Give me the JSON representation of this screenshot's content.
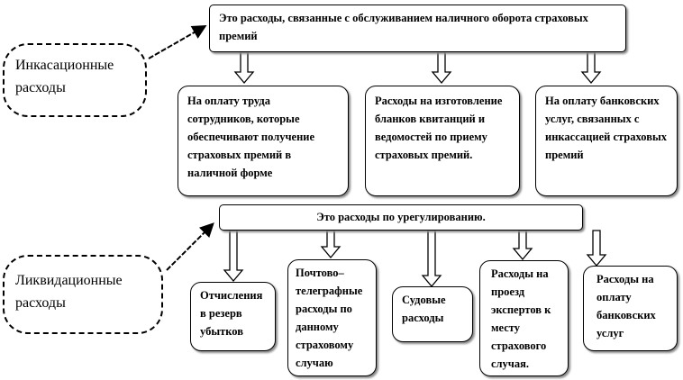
{
  "top_group": {
    "label": "Инкасационные расходы",
    "header": "Это расходы, связанные с обслуживанием наличного оборота страховых премий",
    "items": [
      "На оплату труда сотрудников, которые обеспечивают получение страховых премий в наличной форме",
      "Расходы на изготовление бланков квитанций и ведомостей по приему страховых премий.",
      "На оплату банковских услуг, связанных с инкассацией страховых премий"
    ]
  },
  "bottom_group": {
    "label": "Ликвидационные расходы",
    "header": "Это расходы по урегулированию.",
    "items": [
      "Отчисления в резерв убытков",
      "Почтово–телеграфные расходы по данному страховому случаю",
      "Судовые расходы",
      "Расходы на проезд экспертов к месту страхового случая.",
      "Расходы на оплату банковских услуг"
    ]
  }
}
